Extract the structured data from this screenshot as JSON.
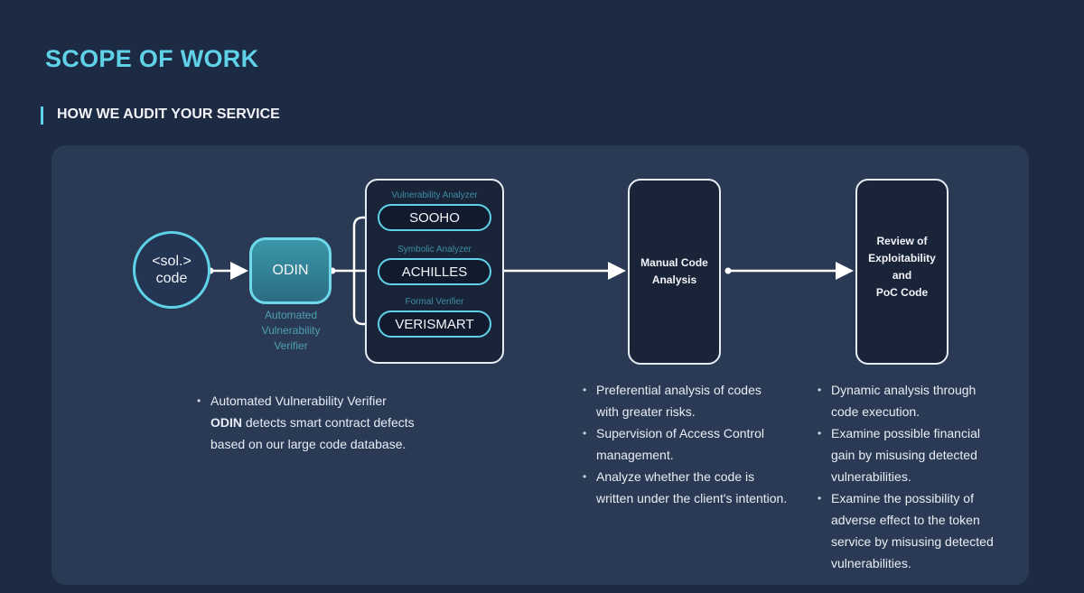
{
  "page_title": "SCOPE OF WORK",
  "section_title": "HOW WE AUDIT YOUR SERVICE",
  "diagram": {
    "source": {
      "line1": "<sol.>",
      "line2": "code"
    },
    "odin": {
      "label": "ODIN",
      "caption": [
        "Automated",
        "Vulnerability",
        "Verifier"
      ]
    },
    "analyzers": [
      {
        "category": "Vulnerability Analyzer",
        "name": "SOOHO"
      },
      {
        "category": "Symbolic Analyzer",
        "name": "ACHILLES"
      },
      {
        "category": "Formal Verifier",
        "name": "VERISMART"
      }
    ],
    "manual": {
      "line1": "Manual Code",
      "line2": "Analysis"
    },
    "review": {
      "line1": "Review of",
      "line2": "Exploitability",
      "line3": "and",
      "line4": "PoC Code"
    }
  },
  "odin_notes": {
    "line1": "Automated Vulnerability Verifier",
    "bold_word": "ODIN",
    "line2_rest": " detects smart contract defects",
    "line3": "based on our large code database."
  },
  "manual_notes": [
    [
      "Preferential analysis of codes",
      "with greater risks."
    ],
    [
      "Supervision of Access Control",
      "management."
    ],
    [
      "Analyze whether the code is",
      "written under the client's intention."
    ]
  ],
  "review_notes": [
    [
      "Dynamic analysis through",
      "code execution."
    ],
    [
      "Examine possible financial",
      "gain by misusing detected",
      "vulnerabilities."
    ],
    [
      "Examine the possibility of",
      "adverse effect to the token",
      "service by misusing detected",
      "vulnerabilities."
    ]
  ],
  "colors": {
    "accent": "#5fd2e8",
    "background": "#1d2a44",
    "panel": "#2a3a55"
  }
}
